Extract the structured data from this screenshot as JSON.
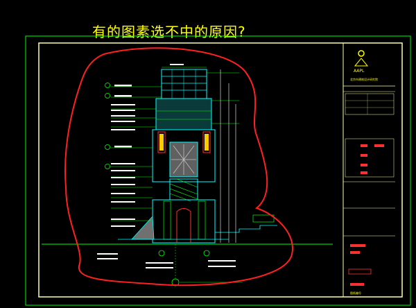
{
  "question": "有的图素选不中的原因?",
  "title_block": {
    "logo_text": "AAPL",
    "company_name": "北京市建筑设计研究院",
    "footer_text": "图纸编号"
  },
  "colors": {
    "background": "#000000",
    "question_text": "#ffff00",
    "sheet_border": "#00ff00",
    "inner_frame": "#ffffaa",
    "annotation_circle": "#ff2020",
    "drawing_cyan": "#00ffff",
    "drawing_green": "#00ff00",
    "drawing_red": "#ff3030",
    "drawing_yellow": "#ffff00"
  },
  "icons": {
    "logo": "aapl-logo-icon"
  }
}
